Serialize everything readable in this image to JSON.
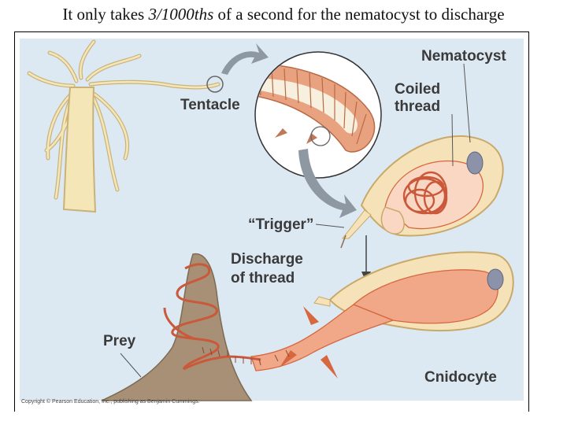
{
  "slide": {
    "title_prefix": "It only takes ",
    "title_emphasis": "3/1000ths",
    "title_suffix": " of a second for the nematocyst to discharge"
  },
  "figure": {
    "labels": {
      "nematocyst": "Nematocyst",
      "coiled_thread_line1": "Coiled",
      "coiled_thread_line2": "thread",
      "tentacle": "Tentacle",
      "trigger": "“Trigger”",
      "discharge_line1": "Discharge",
      "discharge_line2": "of thread",
      "prey": "Prey",
      "cnidocyte": "Cnidocyte"
    },
    "copyright": "Copyright © Pearson Education, Inc., publishing as Benjamin Cummings.",
    "colors": {
      "background": "#dde9f2",
      "hydra_fill": "#f5e6b8",
      "hydra_stroke": "#c9b27a",
      "tentacle_cell": "#e9a27f",
      "thread": "#d6673f",
      "capsule": "#fbe7c2",
      "cnidocyte": "#f0a888",
      "prey": "#a89076",
      "arrow_gray": "#8e98a3",
      "nucleus": "#8c93a8"
    }
  }
}
